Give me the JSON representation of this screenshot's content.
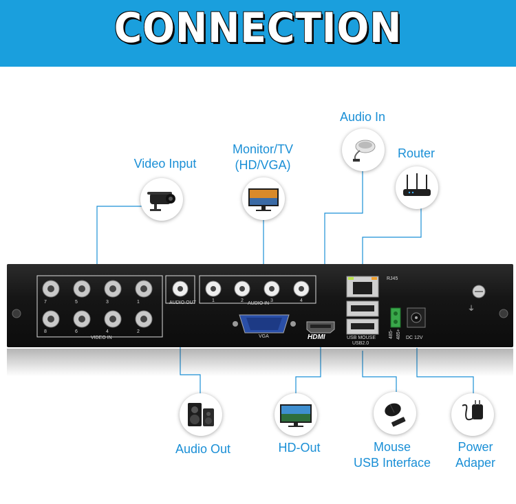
{
  "banner": {
    "title": "CONNECTION"
  },
  "labels": {
    "video_input": "Video Input",
    "monitor_tv": "Monitor/TV",
    "monitor_tv_sub": "(HD/VGA)",
    "audio_in": "Audio In",
    "router": "Router",
    "audio_out": "Audio Out",
    "hd_out": "HD-Out",
    "mouse": "Mouse",
    "mouse_sub": "USB Interface",
    "power": "Power",
    "power_sub": "Adaper"
  },
  "panel": {
    "video_in_label": "VIDEO IN",
    "audio_out_label": "AUDIO OUT",
    "audio_in_label": "AUDIO IN",
    "vga_label": "VGA",
    "hdmi_label": "HDMI",
    "usb_label": "USB MOUSE",
    "usb_sub_label": "USB2.0",
    "rj45_label": "RJ45",
    "dc_label": "DC 12V",
    "rs485_a": "485-",
    "rs485_b": "485+",
    "bnc_top": [
      "7",
      "5",
      "3",
      "1"
    ],
    "bnc_bottom": [
      "8",
      "6",
      "4",
      "2"
    ],
    "audio_in_numbers": [
      "1",
      "2",
      "3",
      "4"
    ]
  },
  "icons": [
    "camera-icon",
    "monitor-icon",
    "microphone-icon",
    "router-icon",
    "speaker-icon",
    "tv-icon",
    "mouse-icon",
    "power-adapter-icon",
    "ground-icon"
  ]
}
